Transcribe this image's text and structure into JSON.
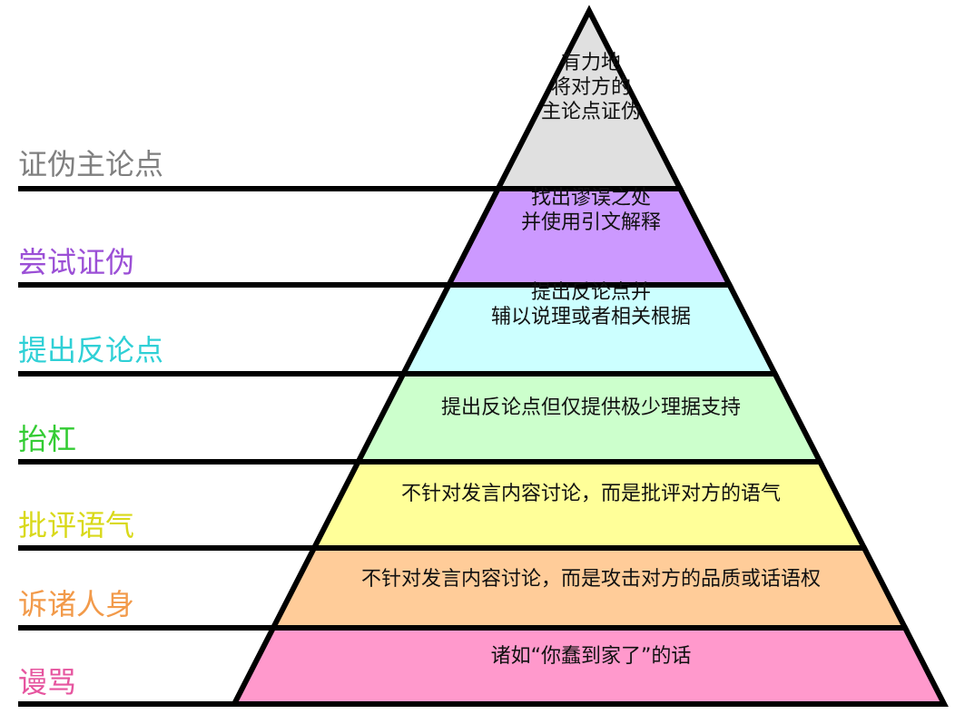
{
  "outline_color": "#000000",
  "levels": [
    {
      "label": "证伪主论点",
      "label_color": "#7f7f7f",
      "fill": "#e0e0e0",
      "description": [
        "有力地",
        "将对方的",
        "主论点证伪"
      ]
    },
    {
      "label": "尝试证伪",
      "label_color": "#9b4fd6",
      "fill": "#cc99ff",
      "description": [
        "找出谬误之处",
        "并使用引文解释"
      ]
    },
    {
      "label": "提出反论点",
      "label_color": "#2fd0d6",
      "fill": "#ccffff",
      "description": [
        "提出反论点并",
        "辅以说理或者相关根据"
      ]
    },
    {
      "label": "抬杠",
      "label_color": "#33cc33",
      "fill": "#ccffcc",
      "description": [
        "提出反论点但仅提供极少理据支持"
      ]
    },
    {
      "label": "批评语气",
      "label_color": "#d9d91a",
      "fill": "#ffff99",
      "description": [
        "不针对发言内容讨论，而是批评对方的语气"
      ]
    },
    {
      "label": "诉诸人身",
      "label_color": "#f29a4a",
      "fill": "#ffcc99",
      "description": [
        "不针对发言内容讨论，而是攻击对方的品质或话语权"
      ]
    },
    {
      "label": "谩骂",
      "label_color": "#e6559f",
      "fill": "#ff99cc",
      "description": [
        "诸如“你蠢到家了”的话"
      ]
    }
  ]
}
